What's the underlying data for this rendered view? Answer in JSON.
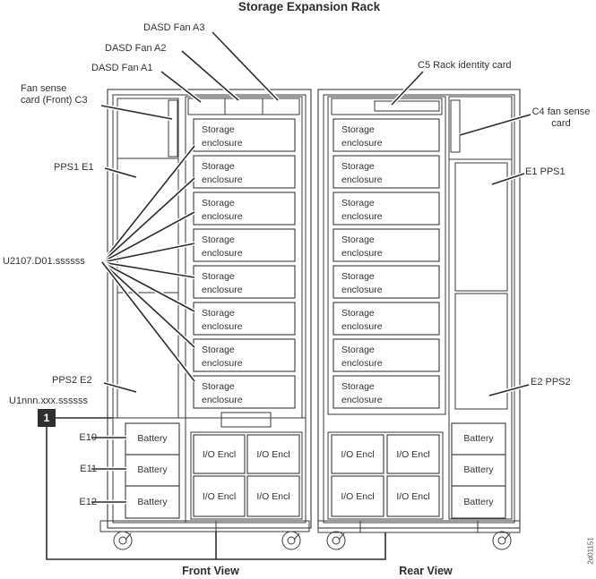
{
  "title": "Storage Expansion Rack",
  "colors": {
    "ink": "#3a3a3a",
    "background": "#ffffff"
  },
  "front_view": {
    "caption": "Front View",
    "callouts": {
      "dasd_fan_a3": "DASD Fan A3",
      "dasd_fan_a2": "DASD Fan A2",
      "dasd_fan_a1": "DASD Fan A1",
      "fan_sense_card": "Fan sense\ncard (Front) C3",
      "pps1": "PPS1 E1",
      "location_code": "U2107.D01.ssssss",
      "pps2": "PPS2 E2",
      "rack_location_code": "U1nnn.xxx.ssssss",
      "callout_number": "1",
      "e10": "E10",
      "e11": "E11",
      "e12": "E12"
    }
  },
  "rear_view": {
    "caption": "Rear View",
    "callouts": {
      "c5_rack_identity_card": "C5 Rack identity card",
      "c4_fan_sense_card": "C4 fan sense\ncard",
      "e1_pps1": "E1 PPS1",
      "e2_pps2": "E2 PPS2"
    }
  },
  "boxes": {
    "storage_enclosure": "Storage\nenclosure",
    "battery": "Battery",
    "io_enclosure": "I/O Encl"
  },
  "figure_id": "2d01151"
}
